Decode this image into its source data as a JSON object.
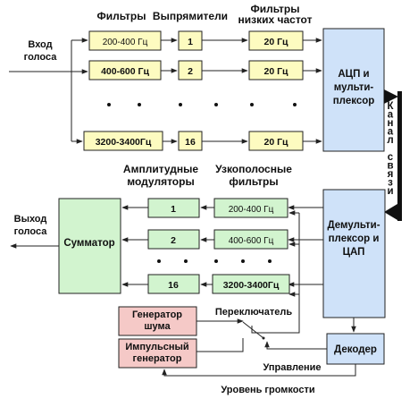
{
  "headers": {
    "filters": "Фильтры",
    "rectifiers": "Выпрямители",
    "lowpass": "Фильтры\nнизких частот",
    "amp_modulators": "Амплитудные\nмодуляторы",
    "narrowband": "Узкополосные\nфильтры"
  },
  "io": {
    "voice_in": "Вход\nголоса",
    "voice_out": "Выход\nголоса"
  },
  "tx": {
    "filters": [
      "200-400 Гц",
      "400-600 Гц",
      "3200-3400Гц"
    ],
    "rectifiers": [
      "1",
      "2",
      "16"
    ],
    "lowpass": [
      "20 Гц",
      "20 Гц",
      "20 Гц"
    ]
  },
  "rx": {
    "modulators": [
      "1",
      "2",
      "16"
    ],
    "filters": [
      "200-400 Гц",
      "400-600 Гц",
      "3200-3400Гц"
    ]
  },
  "blocks": {
    "adc": "АЦП и\nмульти-\nплексор",
    "channel": "К\nа\nн\nа\nл\n \nс\nв\nя\nз\nи",
    "demux": "Демульти-\nплексор и\nЦАП",
    "summator": "Сумматор",
    "noise_gen": "Генератор\nшума",
    "pulse_gen": "Импульсный\nгенератор",
    "decoder": "Декодер"
  },
  "labels": {
    "switch": "Переключатель",
    "control": "Управление",
    "volume": "Уровень громкости"
  }
}
